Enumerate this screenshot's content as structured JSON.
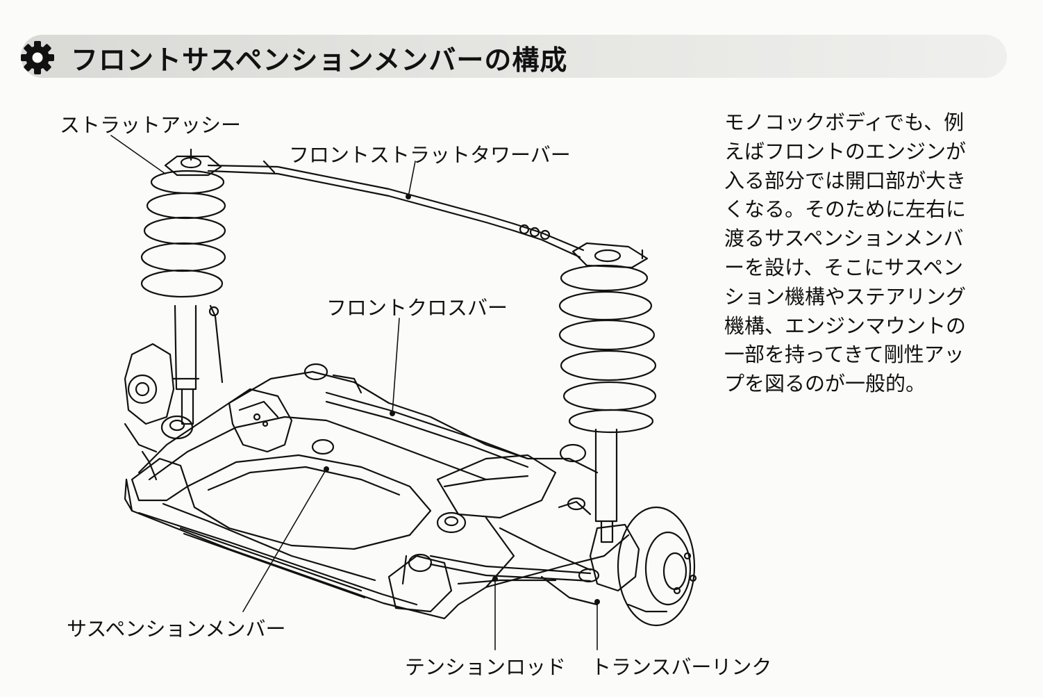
{
  "header": {
    "title": "フロントサスペンションメンバーの構成",
    "icon": "gear-icon"
  },
  "labels": {
    "strut_assy": "ストラットアッシー",
    "strut_tower_bar": "フロントストラットタワーバー",
    "front_crossbar": "フロントクロスバー",
    "suspension_member": "サスペンションメンバー",
    "tension_rod": "テンションロッド",
    "transverse_link": "トランスバーリンク"
  },
  "description": {
    "lines": [
      "モノコックボディでも、例",
      "えばフロントのエンジンが",
      "入る部分では開口部が大き",
      "くなる。そのために左右に",
      "渡るサスペンションメンバ",
      "ーを設け、そこにサスペン",
      "ション機構やステアリング",
      "機構、エンジンマウントの",
      "一部を持ってきて剛性アッ",
      "プを図るのが一般的。"
    ]
  },
  "colors": {
    "header_bar": "#e0e0dd",
    "ink": "#111111",
    "background": "#fbfbf9"
  }
}
